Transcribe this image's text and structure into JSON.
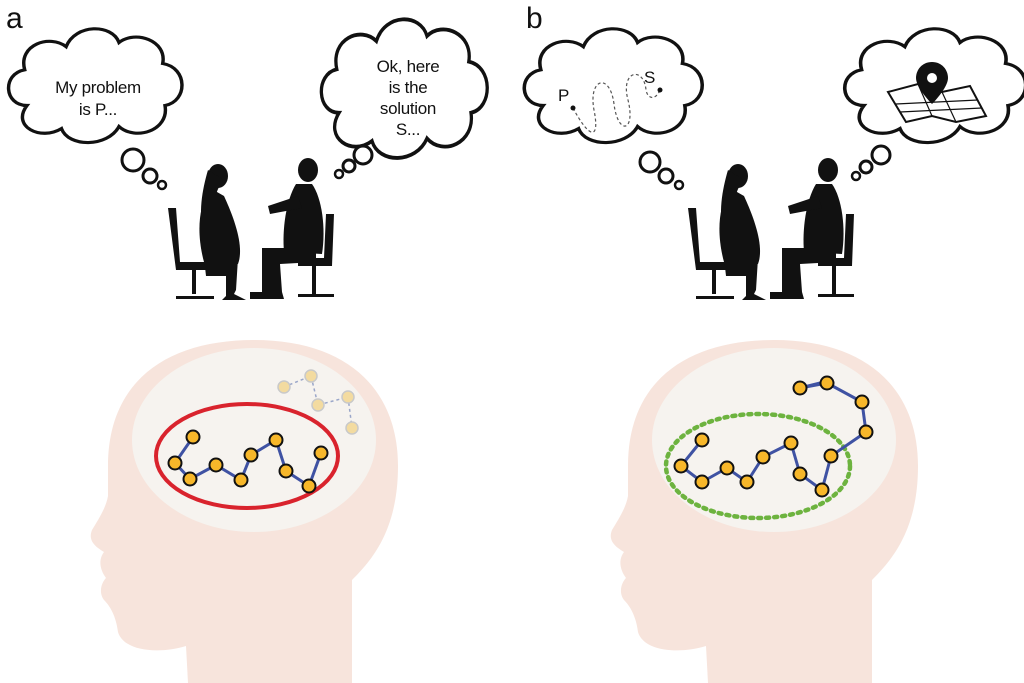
{
  "panels": [
    {
      "letter": "a",
      "listener_thought": [
        "My problem",
        "is P..."
      ],
      "helper_thought": [
        "Ok, here",
        "is the",
        "solution",
        "S..."
      ],
      "boundary_style": "solid",
      "boundary_color": "#d9232d"
    },
    {
      "letter": "b",
      "path_start_label": "P",
      "path_end_label": "S",
      "helper_thought_icon": "map-pin-icon",
      "boundary_style": "dotted",
      "boundary_color": "#6db33f"
    }
  ],
  "colors": {
    "head": "#f7e4dc",
    "brain": "#f6f3ef",
    "node_fill": "#f7b72a",
    "node_stroke": "#111111",
    "edge": "#3f52a3",
    "faded_node": "#f3dba0",
    "silhouette": "#111111"
  }
}
